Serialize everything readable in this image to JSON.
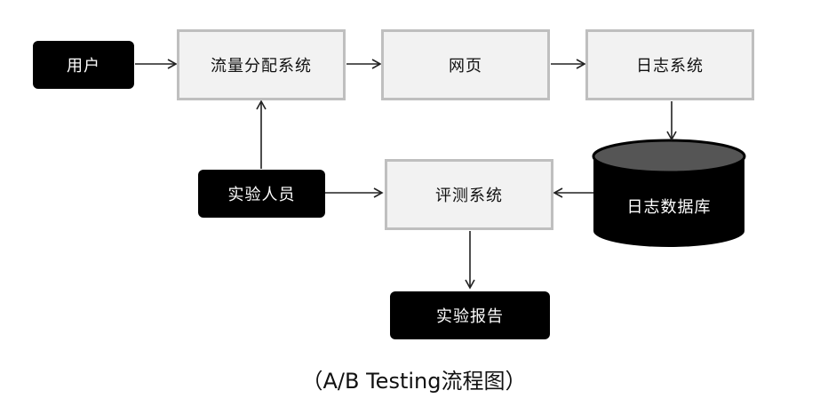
{
  "nodes": {
    "user": "用户",
    "traffic_system": "流量分配系统",
    "webpage": "网页",
    "log_system": "日志系统",
    "log_database": "日志数据库",
    "experimenter": "实验人员",
    "evaluation_system": "评测系统",
    "experiment_report": "实验报告"
  },
  "caption": "（A/B Testing流程图）",
  "colors": {
    "actor_fill": "#000000",
    "system_fill": "#f2f2f2",
    "system_border": "#bfbfbf",
    "database_top": "#555555",
    "arrow": "#222222"
  }
}
